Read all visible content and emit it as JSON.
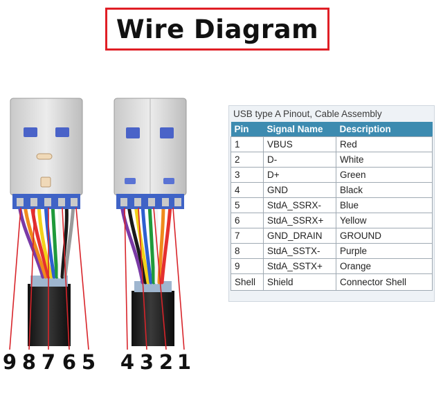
{
  "title": "Wire Diagram",
  "left_connector_pin_labels": [
    "9",
    "8",
    "7",
    "6",
    "5"
  ],
  "right_connector_pin_labels": [
    "4",
    "3",
    "2",
    "1"
  ],
  "pinout": {
    "caption": "USB type A Pinout, Cable Assembly",
    "headers": [
      "Pin",
      "Signal Name",
      "Description"
    ],
    "rows": [
      [
        "1",
        "VBUS",
        "Red"
      ],
      [
        "2",
        "D-",
        "White"
      ],
      [
        "3",
        "D+",
        "Green"
      ],
      [
        "4",
        "GND",
        "Black"
      ],
      [
        "5",
        "StdA_SSRX-",
        "Blue"
      ],
      [
        "6",
        "StdA_SSRX+",
        "Yellow"
      ],
      [
        "7",
        "GND_DRAIN",
        "GROUND"
      ],
      [
        "8",
        "StdA_SSTX-",
        "Purple"
      ],
      [
        "9",
        "StdA_SSTX+",
        "Orange"
      ],
      [
        "Shell",
        "Shield",
        "Connector Shell"
      ]
    ]
  },
  "colors": {
    "title_border": "#e01e25",
    "header_bg": "#3d8bb0",
    "leader_line": "#d8242a",
    "wire_red": "#e53030",
    "wire_white": "#f4f4f4",
    "wire_green": "#1f9a3a",
    "wire_black": "#1a1a1a",
    "wire_blue": "#2e5fd0",
    "wire_yellow": "#f2d21a",
    "wire_purple": "#7a3aa6",
    "wire_orange": "#f08a1c"
  }
}
